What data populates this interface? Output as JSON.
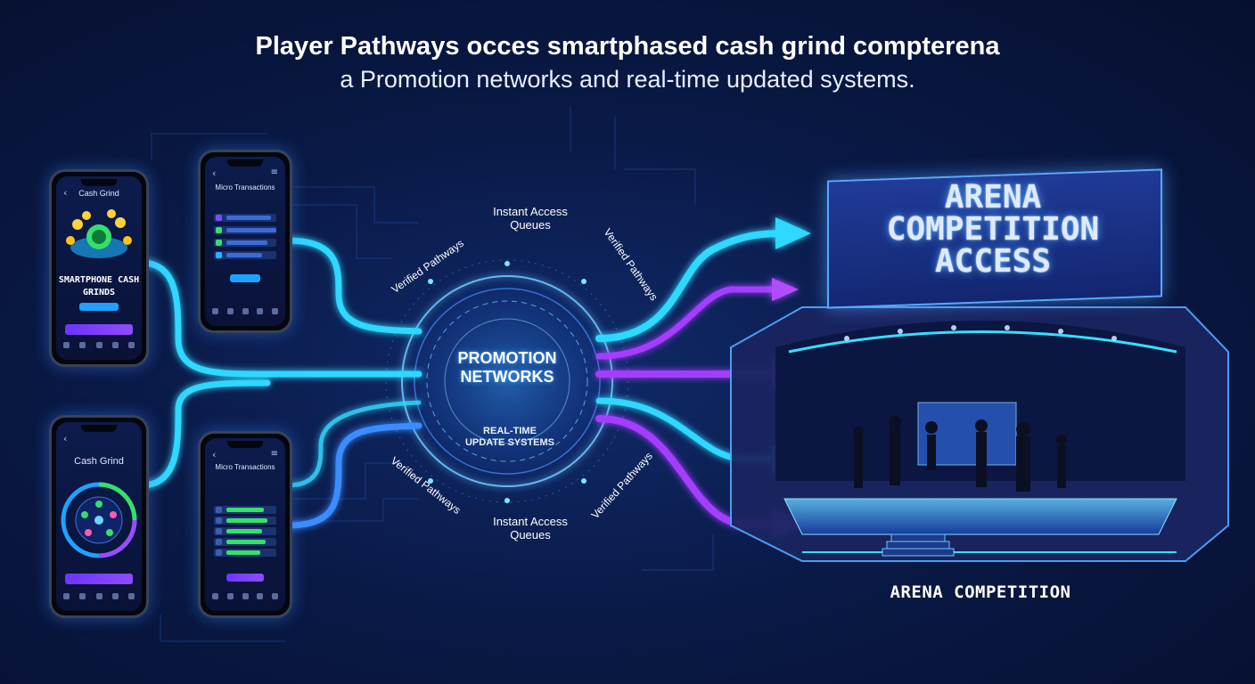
{
  "title": "Player Pathways occes smartphased cash grind compterena",
  "subtitle": "a Promotion networks and real-time updated systems.",
  "colors": {
    "background": "#0a1a47",
    "cyan_path": "#2fd8ff",
    "blue_path": "#3a8dff",
    "purple_path": "#a43cff",
    "accent_green": "#35e06a"
  },
  "phones": {
    "p1": {
      "header": "Cash Grind",
      "headline": "SMARTPHONE CASH GRINDS"
    },
    "p2": {
      "header": "Cash Grind"
    },
    "p3": {
      "header": "Micro Transactions"
    },
    "p4": {
      "header": "Micro Transactions"
    }
  },
  "hub": {
    "title": "PROMOTION NETWORKS",
    "subtitle": "REAL-TIME UPDATE SYSTEMS"
  },
  "labels": {
    "queue_top": "Instant Access Queues",
    "queue_bottom": "Instant Access Queues",
    "verified_tl": "Verified Pathways",
    "verified_tr": "Verified Pathways",
    "verified_bl": "Verified Pathways",
    "verified_br": "Verified Pathways"
  },
  "arena": {
    "sign": "ARENA COMPETITION ACCESS",
    "caption": "ARENA COMPETITION"
  },
  "icons": [
    "back-arrow-icon",
    "menu-icon",
    "coin-icon",
    "nav-icon",
    "arrowhead-icon"
  ]
}
